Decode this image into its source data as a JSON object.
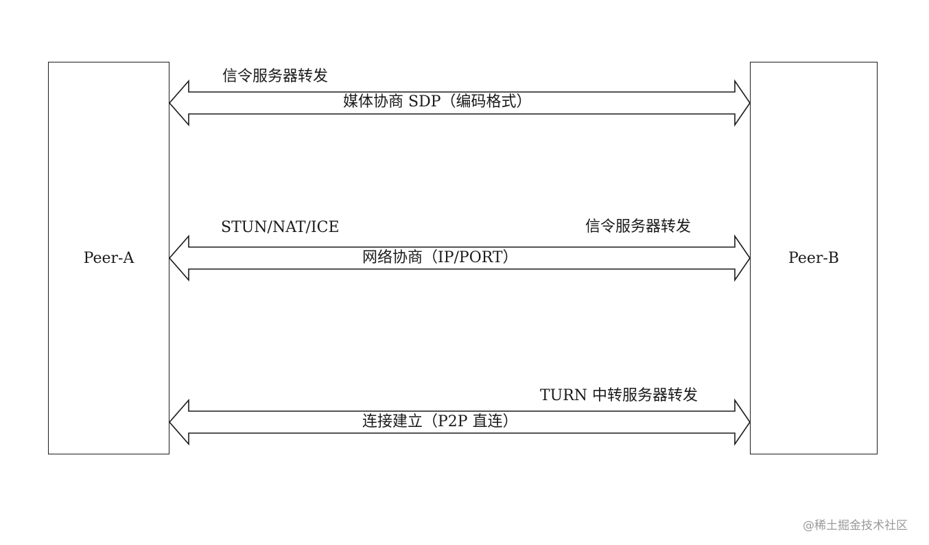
{
  "peers": {
    "a": "Peer-A",
    "b": "Peer-B"
  },
  "arrows": [
    {
      "left_top_label": "信令服务器转发",
      "right_top_label": "",
      "center_label": "媒体协商 SDP（编码格式）"
    },
    {
      "left_top_label": "STUN/NAT/ICE",
      "right_top_label": "信令服务器转发",
      "center_label": "网络协商（IP/PORT）"
    },
    {
      "left_top_label": "",
      "right_top_label": "TURN 中转服务器转发",
      "center_label": "连接建立（P2P 直连）"
    }
  ],
  "watermark": "@稀土掘金技术社区"
}
